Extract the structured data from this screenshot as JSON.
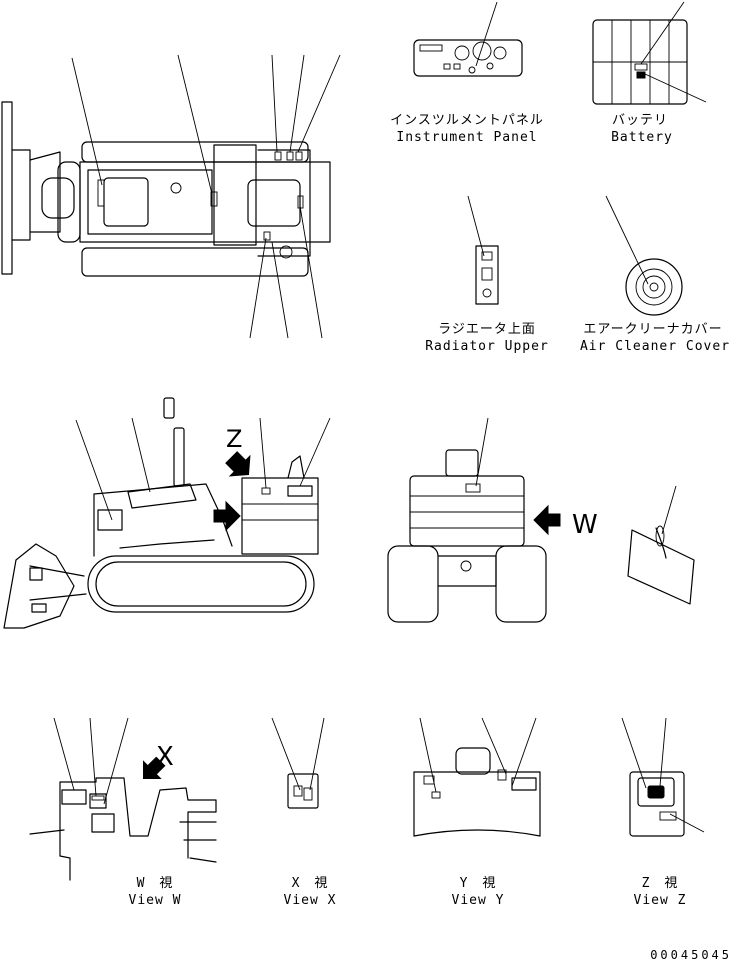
{
  "labels": {
    "instrument_panel_jp": "インスツルメントパネル",
    "instrument_panel_en": "Instrument Panel",
    "battery_jp": "バッテリ",
    "battery_en": "Battery",
    "radiator_jp": "ラジエータ上面",
    "radiator_en": "Radiator Upper",
    "air_cleaner_jp": "エアークリーナカバー",
    "air_cleaner_en": "Air Cleaner Cover"
  },
  "views": [
    {
      "jp": "W　視",
      "en": "View W"
    },
    {
      "jp": "X　視",
      "en": "View X"
    },
    {
      "jp": "Y　視",
      "en": "View Y"
    },
    {
      "jp": "Z　視",
      "en": "View Z"
    }
  ],
  "markers": {
    "z": "Z",
    "w": "W",
    "x": "X"
  },
  "drawing_number": "00045045"
}
